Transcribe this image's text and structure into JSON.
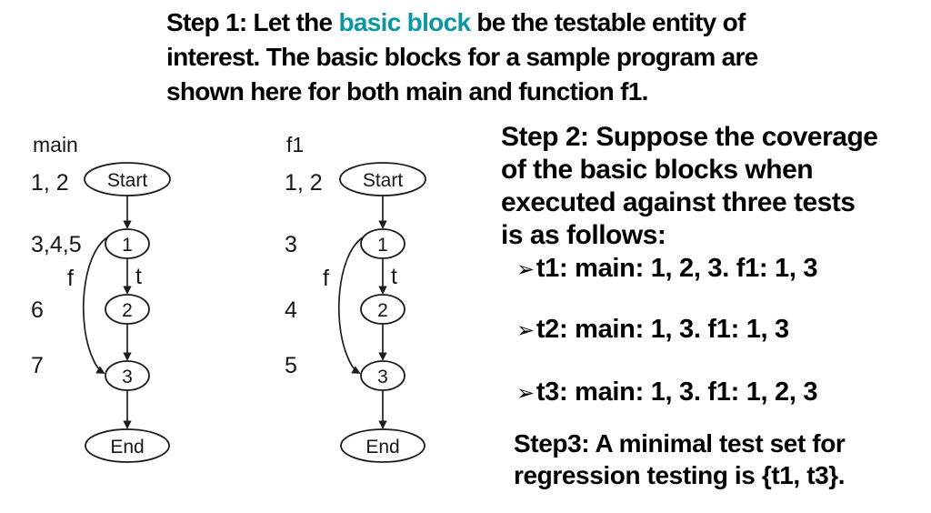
{
  "slide": {
    "accent_color": "#0b97a1",
    "step1": {
      "pre": "Step 1: Let the ",
      "highlight": "basic block",
      "post": " be the testable entity of",
      "line2": "interest. The basic blocks for a sample program are",
      "line3": "shown here for both main and function f1."
    },
    "step2": {
      "lines": [
        "Step 2: Suppose the coverage",
        "of the basic blocks when",
        "executed against three tests",
        "is as follows:"
      ]
    },
    "tests": [
      {
        "bullet": "➢",
        "label": "t1: main: 1, 2, 3. f1: 1, 3"
      },
      {
        "bullet": "➢",
        "label": "t2: main: 1, 3. f1: 1, 3"
      },
      {
        "bullet": "➢",
        "label": "t3: main: 1, 3. f1: 1, 2, 3"
      }
    ],
    "step3": {
      "line1": "Step3: A minimal test set for",
      "line2": "regression testing is {t1, t3}."
    },
    "diagrams": [
      {
        "title": "main",
        "nodes": {
          "start": "Start",
          "n1": "1",
          "n2": "2",
          "n3": "3",
          "end": "End"
        },
        "side_labels": {
          "start": "1, 2",
          "n1": "3,4,5",
          "n2": "6",
          "n3": "7"
        },
        "edges": {
          "true_label": "t",
          "false_label": "f"
        }
      },
      {
        "title": "f1",
        "nodes": {
          "start": "Start",
          "n1": "1",
          "n2": "2",
          "n3": "3",
          "end": "End"
        },
        "side_labels": {
          "start": "1, 2",
          "n1": "3",
          "n2": "4",
          "n3": "5"
        },
        "edges": {
          "true_label": "t",
          "false_label": "f"
        }
      }
    ]
  }
}
